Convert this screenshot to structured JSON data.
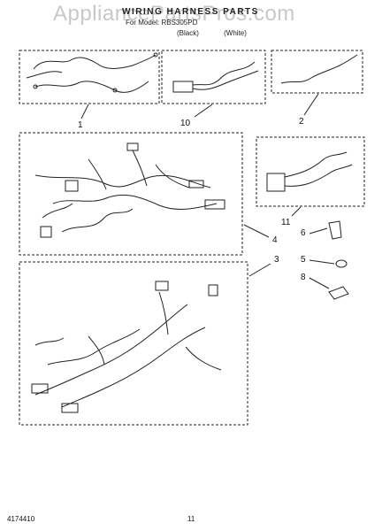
{
  "watermark": "AppliancePartsPros.com",
  "header": {
    "title": "WIRING HARNESS PARTS",
    "subtitle": "For Model: RBS305PD",
    "label_left": "(Black)",
    "label_right": "(White)"
  },
  "callouts": {
    "c1": "1",
    "c10": "10",
    "c2": "2",
    "c11": "11",
    "c4": "4",
    "c3": "3",
    "c6": "6",
    "c5": "5",
    "c8": "8"
  },
  "footer": {
    "doc_number": "4174410",
    "page_number": "11"
  }
}
